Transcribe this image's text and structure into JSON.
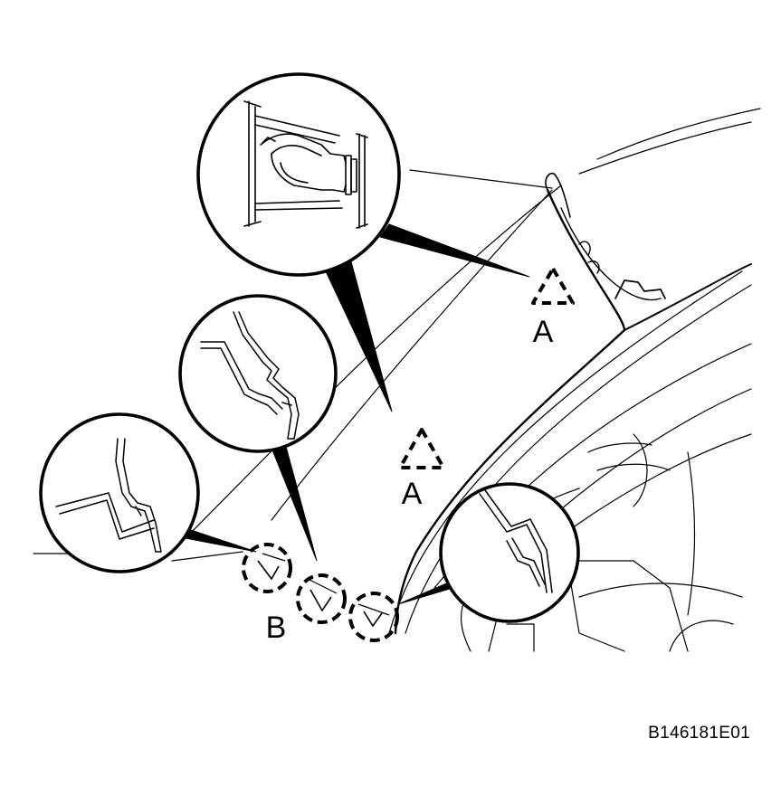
{
  "diagram": {
    "figure_code": "B146181E01",
    "labels": {
      "clip_a_upper": "A",
      "clip_a_lower": "A",
      "clip_b": "B"
    }
  },
  "colors": {
    "line": "#000000",
    "background": "#ffffff"
  },
  "icons": {
    "clip_a_marker": "dashed-triangle",
    "clip_b_marker": "dashed-circle"
  }
}
